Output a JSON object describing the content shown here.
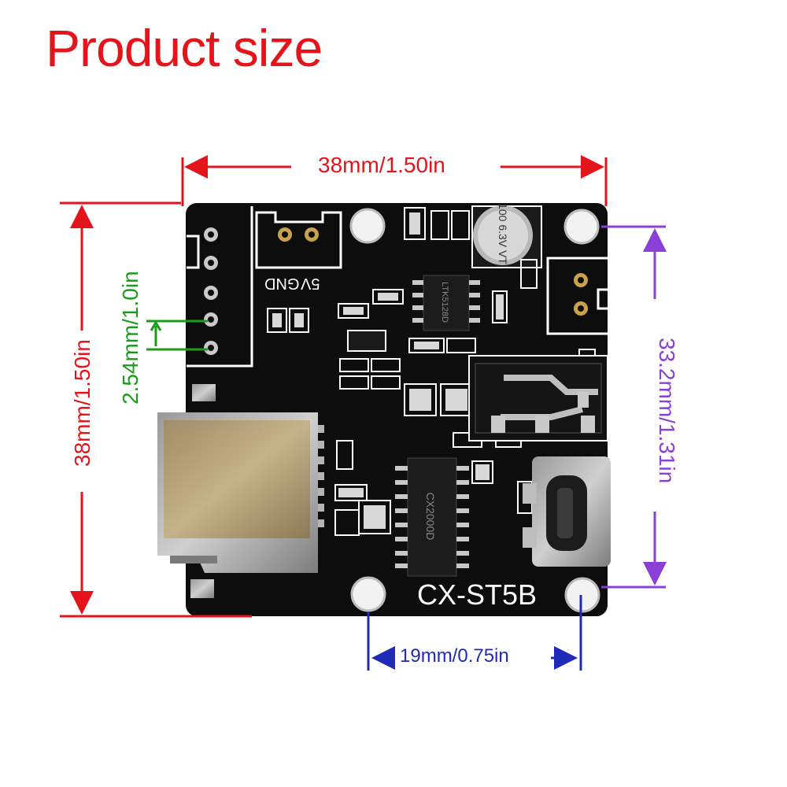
{
  "title": "Product size",
  "dimensions": {
    "top_width": "38mm/1.50in",
    "left_height": "38mm/1.50in",
    "pin_pitch": "2.54mm/1.0in",
    "hole_vertical": "33.2mm/1.31in",
    "hole_horizontal": "19mm/0.75in"
  },
  "board": {
    "model": "CX-ST5B",
    "label_5v": "5V",
    "label_gnd": "GND",
    "cap_text": "100 6.3V VT",
    "chip_top": "LTK5128D",
    "chip_bottom": "CX2000D"
  },
  "colors": {
    "title": "#e5141b",
    "red_dim": "#e5141b",
    "green_dim": "#1a9c1a",
    "purple_dim": "#8a3fd6",
    "blue_dim": "#1f2bb8",
    "pcb": "#0d0d0d"
  }
}
